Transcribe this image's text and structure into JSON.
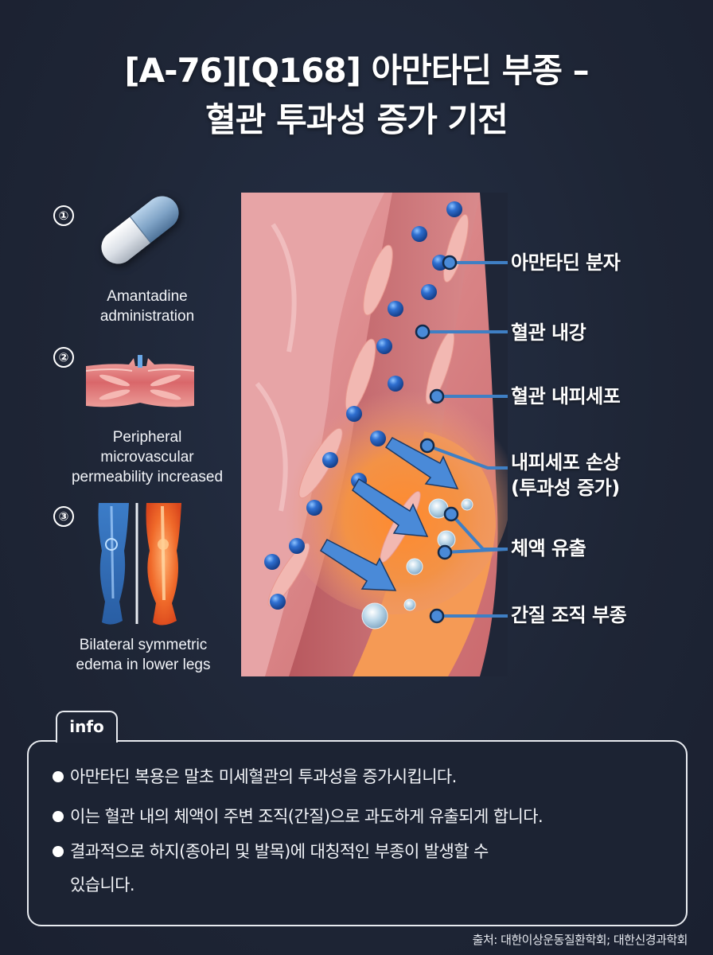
{
  "title": {
    "line1": "[A-76][Q168] 아만타딘 부종 –",
    "line2": "혈관 투과성 증가 기전"
  },
  "steps": [
    {
      "number": "①",
      "icon": "capsule-pill-icon",
      "label_line1": "Amantadine",
      "label_line2": "administration"
    },
    {
      "number": "②",
      "icon": "blood-vessel-leak-icon",
      "label_line1": "Peripheral",
      "label_line2": "microvascular",
      "label_line3": "permeability increased"
    },
    {
      "number": "③",
      "icon": "lower-legs-edema-icon",
      "label_line1": "Bilateral symmetric",
      "label_line2": "edema in lower legs"
    }
  ],
  "callouts": [
    {
      "label": "아만타딘 분자"
    },
    {
      "label": "혈관 내강"
    },
    {
      "label": "혈관 내피세포"
    },
    {
      "label_line1": "내피세포 손상",
      "label_line2": "(투과성 증가)"
    },
    {
      "label": "체액 유출"
    },
    {
      "label": "간질 조직 부종"
    }
  ],
  "info": {
    "tab_label": "info",
    "items": [
      "아만타딘 복용은 말초 미세혈관의 투과성을 증가시킵니다.",
      "이는 혈관 내의 체액이 주변 조직(간질)으로 과도하게 유출되게 합니다.",
      "결과적으로 하지(종아리 및 발목)에 대칭적인 부종이 발생할 수",
      "있습니다."
    ]
  },
  "source": "출처: 대한이상운동질환학회; 대한신경과학회",
  "colors": {
    "background": "#1f2637",
    "accent_blue": "#3f7fc4",
    "molecule_blue": "#2f6fd0",
    "tissue_pink": "#e7a0a0",
    "inflammation_orange": "#f07a2a",
    "text": "#ffffff"
  }
}
